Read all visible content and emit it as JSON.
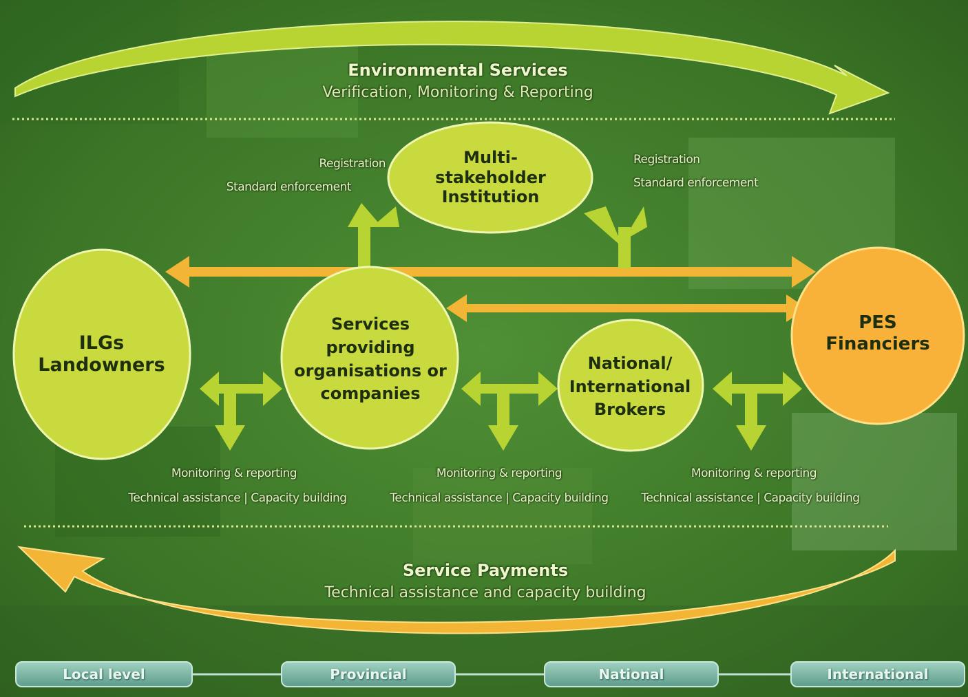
{
  "top_band": {
    "title": "Environmental Services",
    "subtitle": "Verification, Monitoring & Reporting"
  },
  "bottom_band": {
    "title": "Service Payments",
    "subtitle": "Technical assistance and capacity building"
  },
  "nodes": {
    "multi": "Multi-\nstakeholder\nInstitution",
    "ilgs": "ILGs\nLandowners",
    "services": "Services\nproviding\norganisations or\ncompanies",
    "brokers": "National/\nInternational\nBrokers",
    "pes": "PES\nFinanciers"
  },
  "registration_left": [
    "Registration",
    "Standard enforcement"
  ],
  "registration_right": [
    "Registration",
    "Standard enforcement"
  ],
  "monitoring_labels": [
    [
      "Monitoring & reporting",
      "Technical assistance | Capacity building"
    ],
    [
      "Monitoring & reporting",
      "Technical assistance | Capacity building"
    ],
    [
      "Monitoring & reporting",
      "Technical assistance | Capacity building"
    ]
  ],
  "levels": [
    "Local level",
    "Provincial",
    "National",
    "International"
  ],
  "colors": {
    "node_green": "#c9da3e",
    "node_orange": "#f8b23a",
    "arrow_green": "#b8d432",
    "arrow_orange": "#f2b535",
    "background": "#3e7c2a",
    "level_box": "#7fb5a6"
  }
}
